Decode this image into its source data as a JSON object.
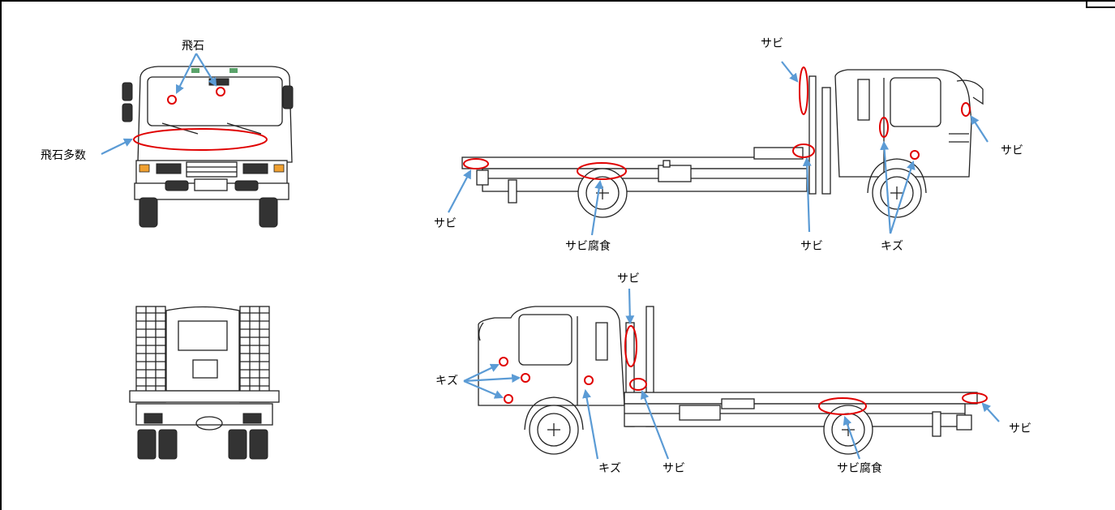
{
  "labels": {
    "front_hisoku": "飛石",
    "front_hisoku_tasu": "飛石多数",
    "rs_sabi_top": "サビ",
    "rs_sabi_front": "サビ",
    "rs_sabi_rear": "サビ",
    "rs_sabi_fushoku": "サビ腐食",
    "rs_sabi_cab": "サビ",
    "rs_kizu": "キズ",
    "ls_sabi_top": "サビ",
    "ls_kizu_left": "キズ",
    "ls_kizu_bottom": "キズ",
    "ls_sabi_bottom": "サビ",
    "ls_sabi_fushoku": "サビ腐食",
    "ls_sabi_rear": "サビ"
  },
  "colors": {
    "marker": "#e00000",
    "arrow": "#5b9bd5",
    "line": "#222222"
  }
}
